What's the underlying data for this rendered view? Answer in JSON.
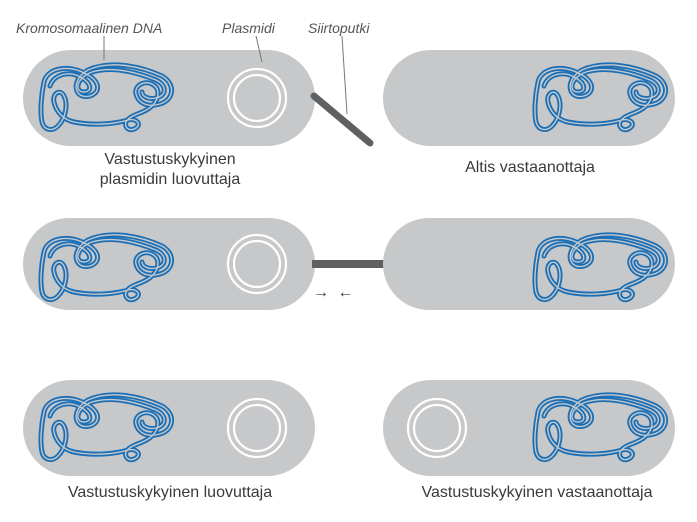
{
  "annotations": {
    "chromosomal_dna": "Kromosomaalinen DNA",
    "plasmid": "Plasmidi",
    "transfer_tube": "Siirtoputki"
  },
  "captions": {
    "donor_line1": "Vastustuskykyinen",
    "donor_line2": "plasmidin luovuttaja",
    "recipient": "Altis vastaanottaja",
    "resistant_donor": "Vastustuskykyinen luovuttaja",
    "resistant_recipient": "Vastustuskykyinen vastaanottaja"
  },
  "arrows": "→ ←",
  "colors": {
    "cell_fill": "#c7c8ca",
    "dna": "#1a6fb6",
    "plasmid": "#ffffff",
    "pilus": "#5f6062",
    "text": "#3a3a3a"
  }
}
